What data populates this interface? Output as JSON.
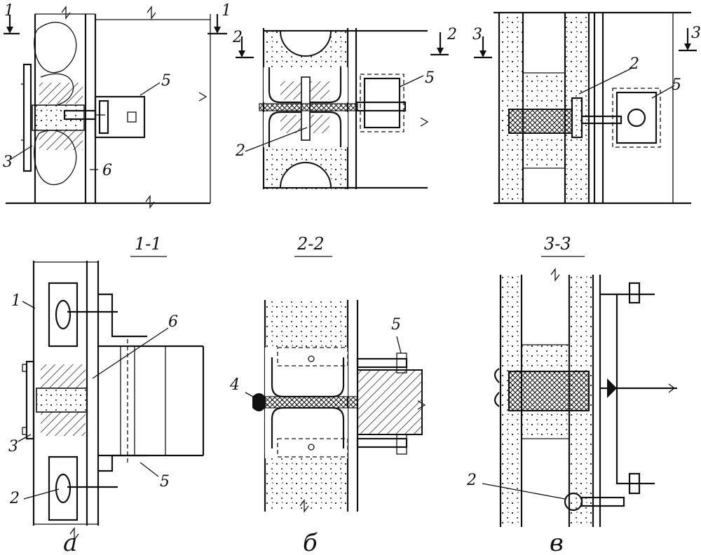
{
  "sections": {
    "s1": "1-1",
    "s2": "2-2",
    "s3": "3-3"
  },
  "variants": {
    "a": "а",
    "b": "б",
    "v": "в"
  },
  "cut_marks": {
    "c1": "1",
    "c2": "2",
    "c3": "3"
  },
  "callouts": {
    "n1": "1",
    "n2": "2",
    "n3": "3",
    "n4": "4",
    "n5": "5",
    "n6": "6"
  }
}
